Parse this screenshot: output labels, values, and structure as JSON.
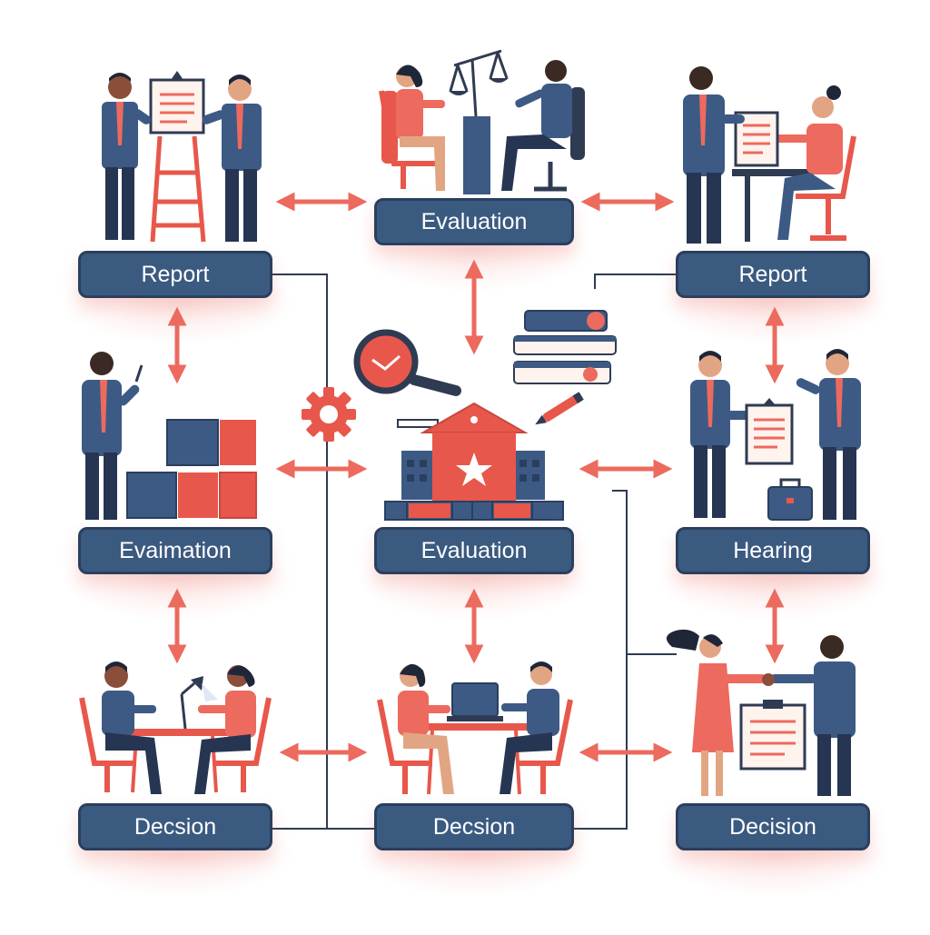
{
  "diagram": {
    "nodes": [
      {
        "id": "report-left",
        "label": "Report"
      },
      {
        "id": "evaluation-top",
        "label": "Evaluation"
      },
      {
        "id": "report-right",
        "label": "Report"
      },
      {
        "id": "evaimation",
        "label": "Evaimation"
      },
      {
        "id": "evaluation-center",
        "label": "Evaluation"
      },
      {
        "id": "hearing",
        "label": "Hearing"
      },
      {
        "id": "decsion-left",
        "label": "Decsion"
      },
      {
        "id": "decsion-center",
        "label": "Decsion"
      },
      {
        "id": "decision-right",
        "label": "Decision"
      }
    ],
    "edges": [
      {
        "from": "report-left",
        "to": "evaluation-top",
        "style": "double-arrow"
      },
      {
        "from": "evaluation-top",
        "to": "report-right",
        "style": "double-arrow"
      },
      {
        "from": "report-left",
        "to": "evaimation",
        "style": "double-arrow"
      },
      {
        "from": "evaluation-top",
        "to": "evaluation-center",
        "style": "double-arrow"
      },
      {
        "from": "report-right",
        "to": "hearing",
        "style": "double-arrow"
      },
      {
        "from": "evaimation",
        "to": "evaluation-center",
        "style": "double-arrow"
      },
      {
        "from": "evaluation-center",
        "to": "hearing",
        "style": "double-arrow"
      },
      {
        "from": "evaimation",
        "to": "decsion-left",
        "style": "double-arrow"
      },
      {
        "from": "evaluation-center",
        "to": "decsion-center",
        "style": "double-arrow"
      },
      {
        "from": "hearing",
        "to": "decision-right",
        "style": "double-arrow"
      },
      {
        "from": "decsion-left",
        "to": "decsion-center",
        "style": "double-arrow"
      },
      {
        "from": "decsion-center",
        "to": "decision-right",
        "style": "double-arrow"
      }
    ],
    "icons": [
      "business-people-with-easel-icon",
      "judges-with-scales-icon",
      "office-document-handover-icon",
      "magnifying-glass-icon",
      "books-stack-icon",
      "pen-icon",
      "gear-icon",
      "presenter-with-boxes-icon",
      "institution-building-icon",
      "people-exchanging-document-icon",
      "briefcase-icon",
      "meeting-at-table-icon",
      "laptop-meeting-icon",
      "handshake-with-clipboard-icon"
    ],
    "colors": {
      "label_fill": "#3b5a80",
      "label_border": "#2a3f5e",
      "arrow": "#ec6a5e",
      "accent_red": "#e8574b",
      "suit_blue": "#3d5a85",
      "connector": "#2f3b52"
    }
  }
}
